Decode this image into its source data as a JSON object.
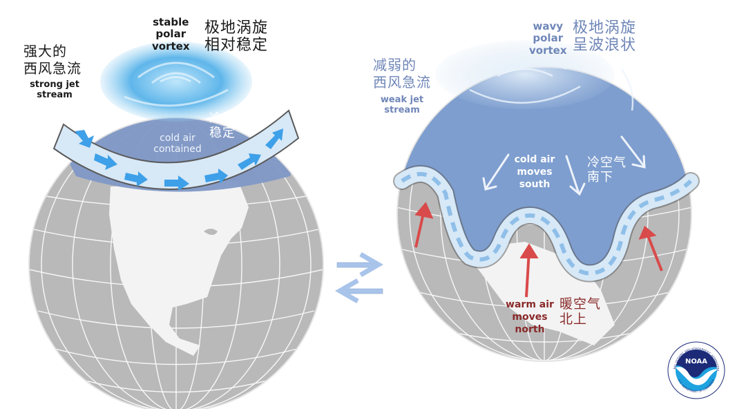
{
  "colors": {
    "globe_land": "#f1f1f1",
    "globe_ocean": "#b7b7b7",
    "graticule": "#ffffff",
    "cold_cap_left": "#7f98c6",
    "cold_cap_right": "#7e9ecf",
    "jet_band": "#d7e8f7",
    "jet_arrow_strong": "#3ea0e8",
    "jet_arrow_weak": "#8fbfe8",
    "warm_arrow": "#d94a4a",
    "vortex": "#5fb6ea",
    "label_dark": "#1a1a1a",
    "label_blue": "#6f86b8",
    "label_red": "#8a2a2a",
    "label_white": "#ffffff",
    "swap_arrows": "#a9c4ea",
    "noaa_navy": "#1c2a78",
    "noaa_cyan": "#1fa3e0"
  },
  "left_panel": {
    "vortex_en": [
      "stable",
      "polar",
      "vortex"
    ],
    "vortex_zh": [
      "极地涡旋",
      "相对稳定"
    ],
    "jet_zh": [
      "强大的",
      "西风急流"
    ],
    "jet_en": [
      "strong jet",
      "stream"
    ],
    "cold_en": [
      "cold air",
      "contained"
    ],
    "cold_zh": [
      "冷空气",
      "稳定"
    ]
  },
  "right_panel": {
    "vortex_en": [
      "wavy",
      "polar",
      "vortex"
    ],
    "vortex_zh": [
      "极地涡旋",
      "呈波浪状"
    ],
    "jet_zh": [
      "减弱的",
      "西风急流"
    ],
    "jet_en": [
      "weak jet",
      "stream"
    ],
    "cold_en": [
      "cold air",
      "moves",
      "south"
    ],
    "cold_zh": [
      "冷空气",
      "南下"
    ],
    "warm_en": [
      "warm air",
      "moves",
      "north"
    ],
    "warm_zh": [
      "暖空气",
      "北上"
    ]
  },
  "transition_arrows": {
    "top": "right-arrow",
    "bottom": "left-arrow"
  },
  "logo": {
    "text": "NOAA",
    "ring_text_top": "NATIONAL OCEANIC AND ATMOSPHERIC ADMINISTRATION",
    "ring_text_bottom": "U.S. DEPARTMENT OF COMMERCE"
  }
}
